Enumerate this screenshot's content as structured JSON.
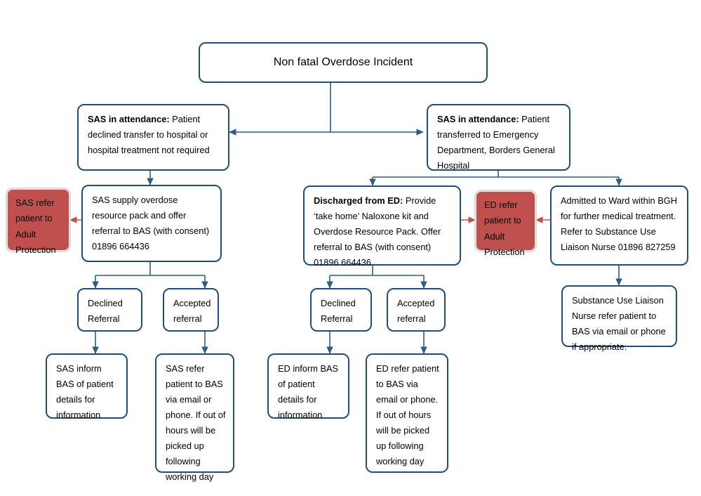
{
  "chart_data": {
    "type": "diagram",
    "title": "Non fatal Overdose Incident pathway",
    "nodes": [
      {
        "id": "root",
        "label": "Non fatal Overdose Incident",
        "style": "blue"
      },
      {
        "id": "sas_decline",
        "label": "SAS in attendance: Patient declined transfer to hospital or hospital treatment not required",
        "style": "blue"
      },
      {
        "id": "sas_transfer",
        "label": "SAS in attendance: Patient transferred to Emergency Department, Borders General Hospital",
        "style": "blue"
      },
      {
        "id": "sas_adult_protection",
        "label": "SAS refer patient to Adult Protection",
        "style": "red"
      },
      {
        "id": "sas_supply",
        "label": "SAS supply overdose resource pack and offer referral to BAS (with consent) 01896 664436",
        "style": "blue"
      },
      {
        "id": "ed_discharged",
        "label": "Discharged from ED: Provide 'take home' Naloxone kit and Overdose Resource Pack. Offer referral to BAS (with consent) 01896 664436",
        "style": "blue"
      },
      {
        "id": "ed_adult_protection",
        "label": "ED refer patient to Adult Protection",
        "style": "red"
      },
      {
        "id": "admitted_ward",
        "label": "Admitted to Ward within BGH for further medical treatment. Refer to Substance Use Liaison Nurse 01896 827259",
        "style": "blue"
      },
      {
        "id": "liaison_nurse",
        "label": "Substance Use Liaison Nurse refer patient to BAS via email or phone if appropriate.",
        "style": "blue"
      },
      {
        "id": "sas_declined_referral",
        "label": "Declined Referral",
        "style": "blue"
      },
      {
        "id": "sas_accepted_referral",
        "label": "Accepted referral",
        "style": "blue"
      },
      {
        "id": "ed_declined_referral",
        "label": "Declined Referral",
        "style": "blue"
      },
      {
        "id": "ed_accepted_referral",
        "label": "Accepted referral",
        "style": "blue"
      },
      {
        "id": "sas_inform",
        "label": "SAS inform BAS of patient details for information",
        "style": "blue"
      },
      {
        "id": "sas_refer",
        "label": "SAS refer patient to BAS via email or phone. If out of hours will be picked up following working day",
        "style": "blue"
      },
      {
        "id": "ed_inform",
        "label": "ED inform BAS of patient details for information",
        "style": "blue"
      },
      {
        "id": "ed_refer",
        "label": "ED refer patient to BAS via email or phone. If out of hours will be picked up following working day",
        "style": "blue"
      }
    ],
    "edges": [
      {
        "from": "root",
        "to": "sas_decline"
      },
      {
        "from": "root",
        "to": "sas_transfer"
      },
      {
        "from": "sas_decline",
        "to": "sas_supply"
      },
      {
        "from": "sas_supply",
        "to": "sas_adult_protection",
        "color": "red"
      },
      {
        "from": "sas_supply",
        "to": "sas_declined_referral"
      },
      {
        "from": "sas_supply",
        "to": "sas_accepted_referral"
      },
      {
        "from": "sas_declined_referral",
        "to": "sas_inform"
      },
      {
        "from": "sas_accepted_referral",
        "to": "sas_refer"
      },
      {
        "from": "sas_transfer",
        "to": "ed_discharged"
      },
      {
        "from": "sas_transfer",
        "to": "admitted_ward"
      },
      {
        "from": "sas_transfer",
        "to": "ed_adult_protection"
      },
      {
        "from": "ed_discharged",
        "to": "ed_adult_protection",
        "color": "red"
      },
      {
        "from": "admitted_ward",
        "to": "ed_adult_protection",
        "color": "red"
      },
      {
        "from": "ed_discharged",
        "to": "ed_declined_referral"
      },
      {
        "from": "ed_discharged",
        "to": "ed_accepted_referral"
      },
      {
        "from": "ed_declined_referral",
        "to": "ed_inform"
      },
      {
        "from": "ed_accepted_referral",
        "to": "ed_refer"
      },
      {
        "from": "admitted_ward",
        "to": "liaison_nurse"
      }
    ]
  },
  "colors": {
    "box_border": "#1F4E79",
    "box_fill": "#FFFFFF",
    "red_fill": "#C0504D",
    "red_border": "#E9E2E2",
    "connector_blue": "#2E5C8A",
    "connector_red": "#C0504D",
    "text": "#000000"
  },
  "root": {
    "title": "Non fatal Overdose Incident"
  },
  "sas_decline": {
    "lead": "SAS in attendance:",
    "body": " Patient declined transfer to hospital or hospital treatment not required"
  },
  "sas_transfer": {
    "lead": "SAS in attendance:",
    "body": " Patient transferred to Emergency Department, Borders General Hospital"
  },
  "sas_adult_protection": {
    "text": "SAS refer patient to Adult Protection"
  },
  "sas_supply": {
    "text": "SAS supply overdose resource pack and offer referral to BAS (with consent) 01896 664436"
  },
  "ed_discharged": {
    "lead": "Discharged from ED:",
    "body": "  Provide ‘take home’ Naloxone kit and Overdose Resource Pack. Offer referral to BAS (with consent) 01896 664436"
  },
  "ed_adult_protection": {
    "text": "ED refer patient to Adult Protection"
  },
  "admitted_ward": {
    "text": "Admitted to Ward within BGH for further medical treatment. Refer to Substance Use Liaison Nurse 01896 827259"
  },
  "liaison_nurse": {
    "text": "Substance Use Liaison Nurse refer patient to BAS via email or phone if appropriate."
  },
  "sas_declined_referral": {
    "text": "Declined Referral"
  },
  "sas_accepted_referral": {
    "text": "Accepted referral"
  },
  "ed_declined_referral": {
    "text": "Declined Referral"
  },
  "ed_accepted_referral": {
    "text": "Accepted referral"
  },
  "sas_inform": {
    "text": "SAS inform BAS of patient details for information"
  },
  "sas_refer": {
    "text": "SAS refer patient to BAS via email or phone.  If out of hours will be picked up following working day"
  },
  "ed_inform": {
    "text": "ED inform BAS of patient details for information"
  },
  "ed_refer": {
    "text": "ED refer patient to BAS via email or phone.  If out of hours will be picked up following working day"
  }
}
